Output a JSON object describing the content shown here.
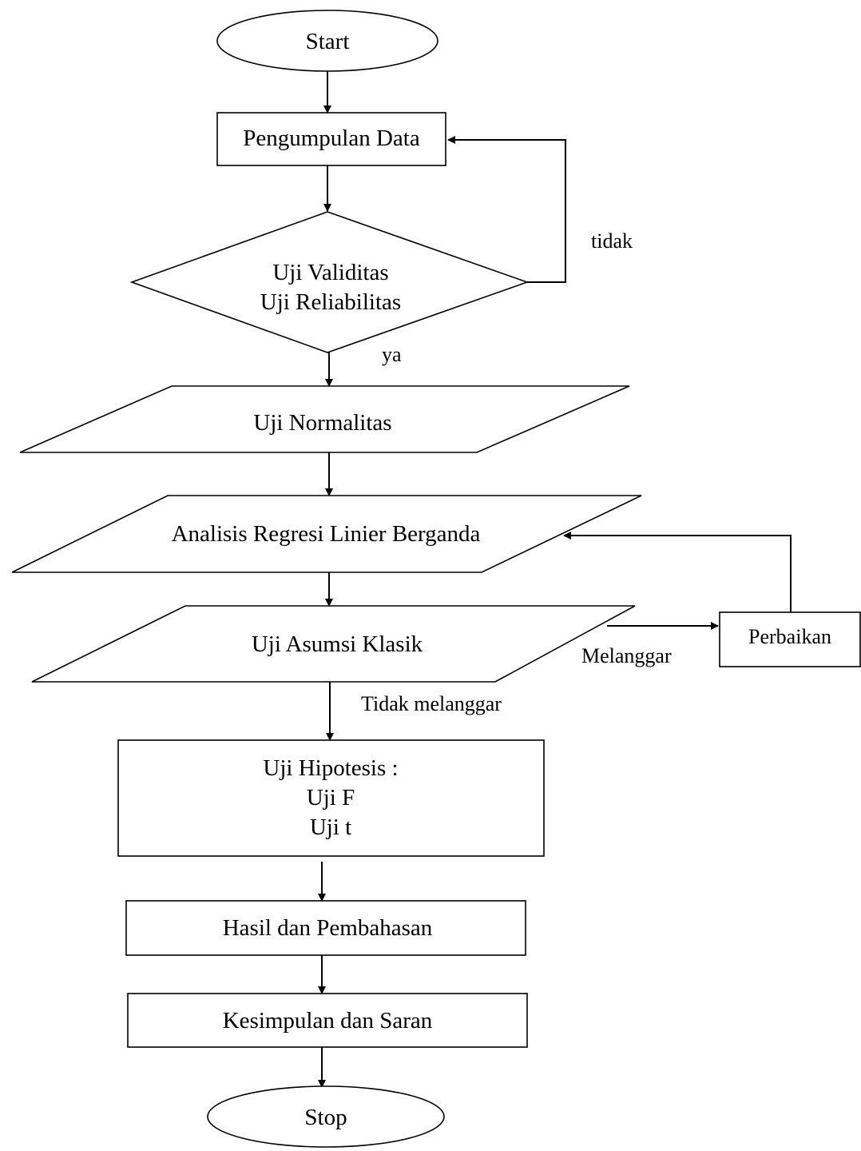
{
  "flowchart": {
    "start": "Start",
    "pengumpulan_data": "Pengumpulan Data",
    "uji_validitas": "Uji Validitas",
    "uji_reliabilitas": "Uji Reliabilitas",
    "label_tidak": "tidak",
    "label_ya": "ya",
    "uji_normalitas": "Uji Normalitas",
    "analisis_regresi": "Analisis Regresi Linier Berganda",
    "uji_asumsi_klasik": "Uji Asumsi Klasik",
    "label_melanggar": "Melanggar",
    "perbaikan": "Perbaikan",
    "label_tidak_melanggar": "Tidak melanggar",
    "uji_hipotesis": "Uji Hipotesis :",
    "uji_f": "Uji F",
    "uji_t": "Uji t",
    "hasil_pembahasan": "Hasil dan Pembahasan",
    "kesimpulan_saran": "Kesimpulan dan Saran",
    "stop": "Stop"
  }
}
